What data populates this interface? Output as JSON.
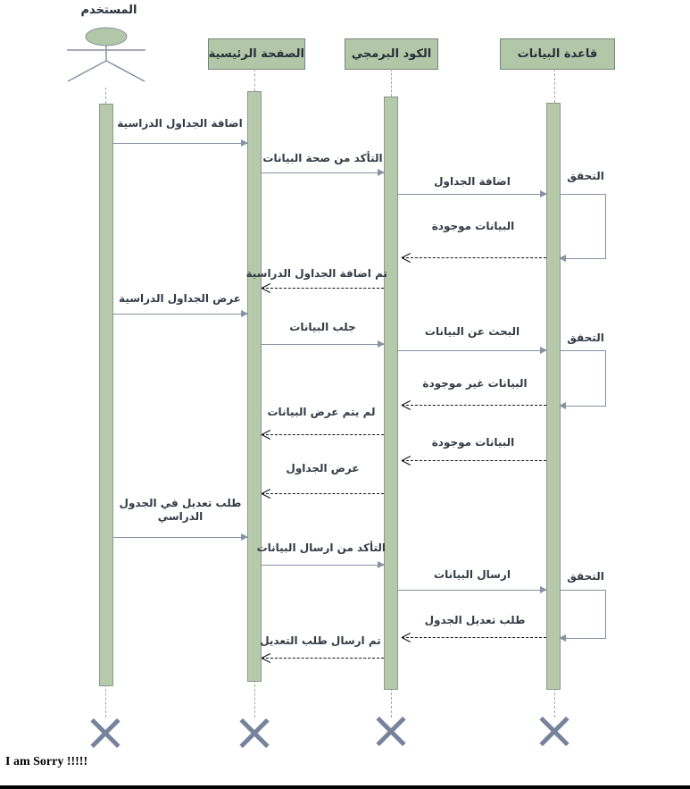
{
  "colors": {
    "participant_fill": "#b2c7a7",
    "participant_border": "#75857b",
    "activation_fill": "#b6caab",
    "solid_arrow": "#8792a2",
    "dashed_arrow": "#141414",
    "x_mark": "#76839b",
    "label_text": "#333b45"
  },
  "diagram": {
    "actor": {
      "label": "المستخدم"
    },
    "participants": [
      {
        "label": "الصفحة الرئيسية"
      },
      {
        "label": "الكود البرمجي"
      },
      {
        "label": "قاعدة البيانات"
      }
    ],
    "messages": [
      {
        "label": "اضافة الجداول الدراسية",
        "from": "user",
        "to": "main",
        "type": "solid"
      },
      {
        "label": "التأكد من صحة البيانات",
        "from": "main",
        "to": "code",
        "type": "solid"
      },
      {
        "label": "اضافة الجداول",
        "from": "code",
        "to": "db",
        "type": "solid"
      },
      {
        "label": "البيانات موجودة",
        "from": "db",
        "to": "code",
        "type": "dashed"
      },
      {
        "label": "تم اضافة الجداول الدراسية",
        "from": "code",
        "to": "main",
        "type": "dashed"
      },
      {
        "label": "عرض الجداول الدراسية",
        "from": "user",
        "to": "main",
        "type": "solid"
      },
      {
        "label": "جلب البيانات",
        "from": "main",
        "to": "code",
        "type": "solid"
      },
      {
        "label": "البحث عن البيانات",
        "from": "code",
        "to": "db",
        "type": "solid"
      },
      {
        "label": "البيانات غير موجودة",
        "from": "db",
        "to": "code",
        "type": "dashed"
      },
      {
        "label": "لم يتم عرض البيانات",
        "from": "code",
        "to": "main",
        "type": "dashed"
      },
      {
        "label": "البيانات موجودة",
        "from": "db",
        "to": "code",
        "type": "dashed"
      },
      {
        "label": "عرض الجداول",
        "from": "code",
        "to": "main",
        "type": "dashed"
      },
      {
        "label": "طلب تعديل في الجدول الدراسي",
        "from": "user",
        "to": "main",
        "type": "solid"
      },
      {
        "label": "التأكد من ارسال البيانات",
        "from": "main",
        "to": "code",
        "type": "solid"
      },
      {
        "label": "ارسال البيانات",
        "from": "code",
        "to": "db",
        "type": "solid"
      },
      {
        "label": "طلب تعديل الجدول",
        "from": "db",
        "to": "code",
        "type": "dashed"
      },
      {
        "label": "تم ارسال طلب التعديل",
        "from": "code",
        "to": "main",
        "type": "dashed"
      }
    ],
    "self_calls": [
      {
        "label": "التحقق",
        "on": "db"
      },
      {
        "label": "التحقق",
        "on": "db"
      },
      {
        "label": "التحقق",
        "on": "db"
      }
    ],
    "footer_note": "I am Sorry !!!!!"
  }
}
